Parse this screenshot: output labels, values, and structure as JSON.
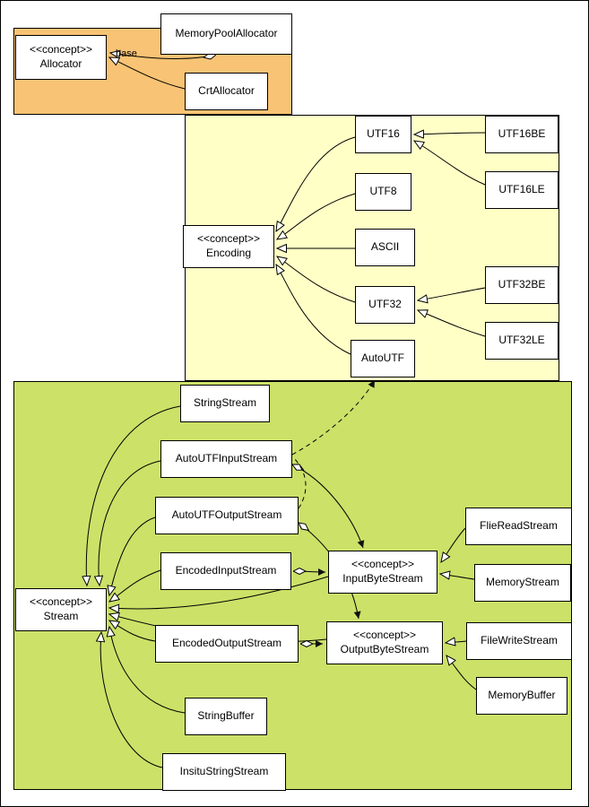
{
  "diagram": {
    "regions": {
      "allocator": {
        "color": "#F8C374"
      },
      "encoding": {
        "color": "#FFFFC6"
      },
      "stream": {
        "color": "#CBE168"
      }
    },
    "nodes": {
      "allocator": "<<concept>>\nAllocator",
      "memoryPoolAllocator": "MemoryPoolAllocator",
      "crtAllocator": "CrtAllocator",
      "utf16": "UTF16",
      "utf16be": "UTF16BE",
      "utf16le": "UTF16LE",
      "utf8": "UTF8",
      "encoding": "<<concept>>\nEncoding",
      "ascii": "ASCII",
      "utf32": "UTF32",
      "utf32be": "UTF32BE",
      "utf32le": "UTF32LE",
      "autoUtf": "AutoUTF",
      "stringStream": "StringStream",
      "autoUtfInputStream": "AutoUTFInputStream",
      "autoUtfOutputStream": "AutoUTFOutputStream",
      "encodedInputStream": "EncodedInputStream",
      "stream": "<<concept>>\nStream",
      "encodedOutputStream": "EncodedOutputStream",
      "inputByteStream": "<<concept>>\nInputByteStream",
      "outputByteStream": "<<concept>>\nOutputByteStream",
      "flieReadStream": "FlieReadStream",
      "memoryStream": "MemoryStream",
      "fileWriteStream": "FileWriteStream",
      "memoryBuffer": "MemoryBuffer",
      "stringBuffer": "StringBuffer",
      "insituStringStream": "InsituStringStream"
    },
    "edge_labels": {
      "base": "base"
    }
  }
}
